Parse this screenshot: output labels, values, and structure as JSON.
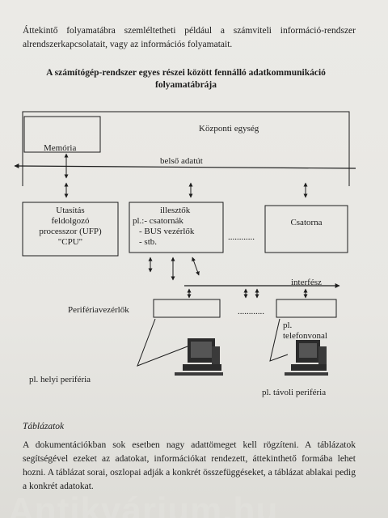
{
  "intro": {
    "text": "Áttekintő folyamatábra szemléltetheti például a számviteli információ-rendszer alrendszerkapcsolatait, vagy az információs folyamatait."
  },
  "diagram": {
    "title": "A számítógép-rendszer egyes részei között fennálló adatkommunikáció folyamatábrája",
    "central_unit_label": "Központi egység",
    "memory_label": "Memória",
    "internal_bus_label": "belső adatút",
    "cpu_label_lines": [
      "Utasítás",
      "feldolgozó",
      "processzor (UFP)",
      "\"CPU\""
    ],
    "adapters_label_lines": [
      "illesztők",
      "pl.:- csatornák",
      "- BUS vezérlők",
      "- stb."
    ],
    "adapters_dots": "............",
    "channel_label": "Csatorna",
    "interface_label": "interfész",
    "peripheral_controllers_label": "Perifériavezérlők",
    "controllers_dots": "............",
    "phone_line_label_lines": [
      "pl.",
      "telefonvonal"
    ],
    "local_peripheral_label": "pl. helyi periféria",
    "remote_peripheral_label": "pl. távoli periféria"
  },
  "section": {
    "caption": "Táblázatok",
    "text": "A dokumentációkban sok esetben nagy adattömeget kell rögzíteni. A táblázatok segítségével ezeket az adatokat, információkat rendezett, áttekinthető formába lehet hozni. A táblázat sorai, oszlopai adják a konkrét összefüggéseket, a táblázat ablakai pedig a konkrét adatokat."
  },
  "watermark": {
    "text": "Antikvárium.hu"
  },
  "colors": {
    "paper": "#e8e7e3",
    "ink": "#1c1c1c"
  }
}
